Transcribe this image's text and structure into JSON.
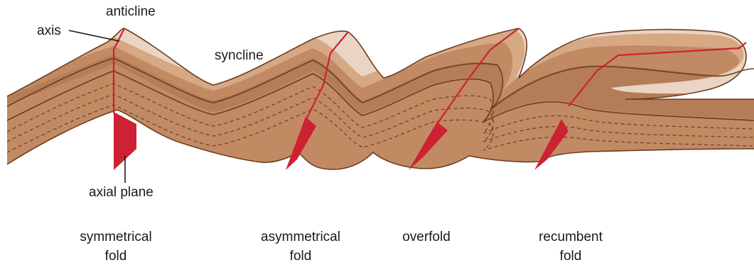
{
  "labels": {
    "anticline": "anticline",
    "axis": "axis",
    "syncline": "syncline",
    "axial_plane": "axial plane"
  },
  "fold_types": [
    {
      "line1": "symmetrical",
      "line2": "fold"
    },
    {
      "line1": "asymmetrical",
      "line2": "fold"
    },
    {
      "line1": "overfold",
      "line2": ""
    },
    {
      "line1": "recumbent",
      "line2": "fold"
    }
  ],
  "colors": {
    "layer_top": "#ead4c3",
    "layer_2": "#d6a883",
    "layer_3": "#c18a63",
    "layer_4": "#b47c57",
    "layer_bottom": "#c28a63",
    "outline": "#6b3d22",
    "axial_plane": "#cc2233",
    "text": "#1a1a1a"
  }
}
